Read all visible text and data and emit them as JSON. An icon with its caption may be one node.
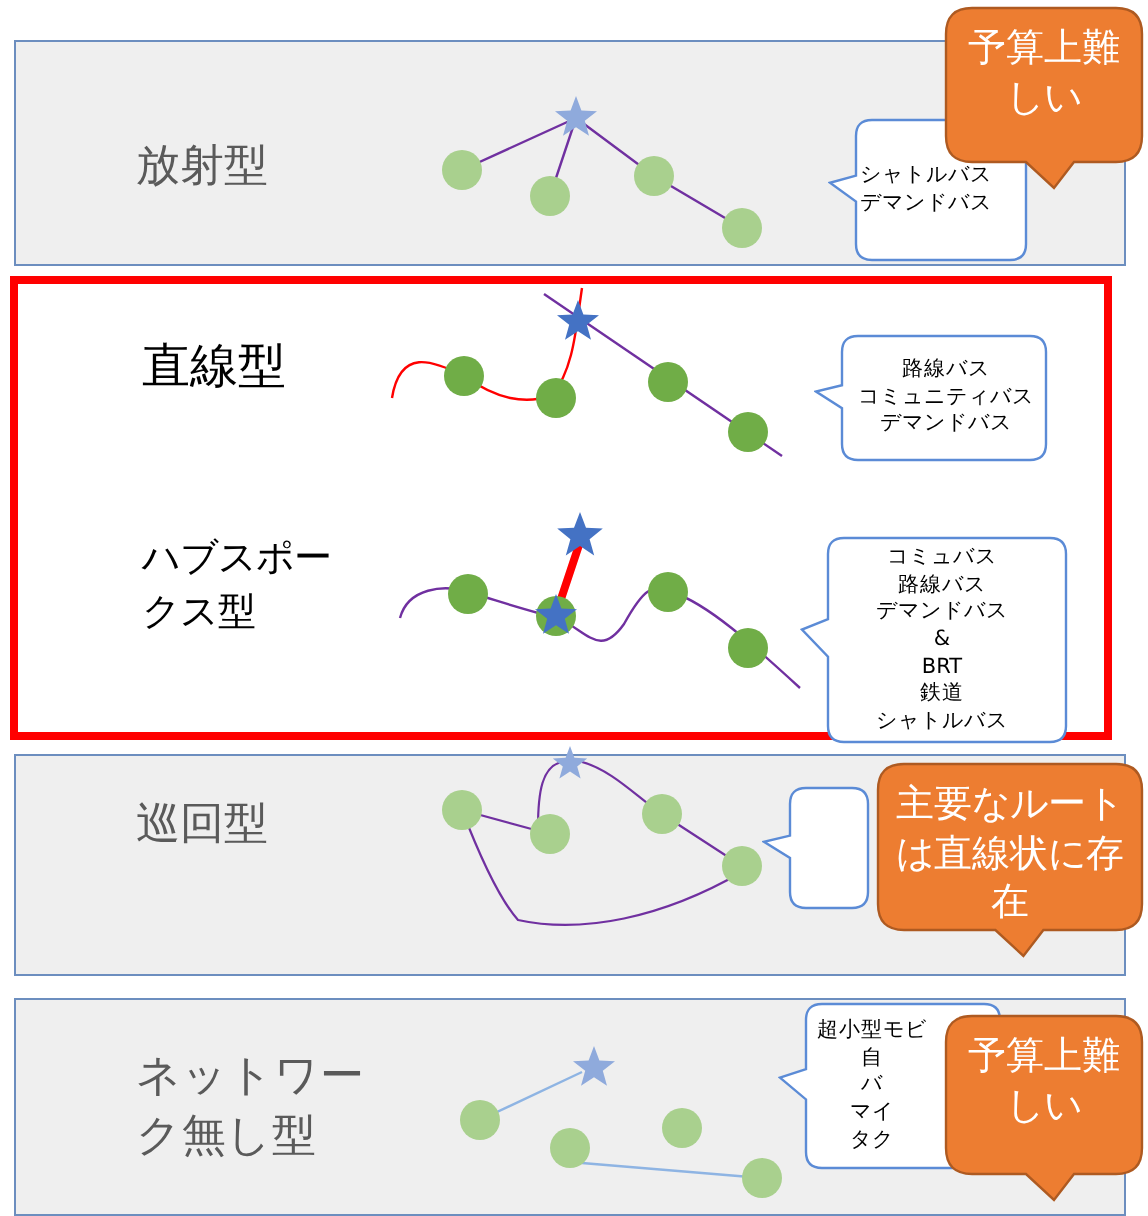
{
  "diagram": {
    "nodes": [
      {
        "text": [
          "放射型"
        ]
      },
      {
        "text": [
          "シャトルバス",
          "デマンドバス"
        ],
        "in": 0
      },
      {
        "text": [
          "予算上難しい"
        ]
      },
      {
        "text": [
          "直線型",
          "ハブスポークス型"
        ]
      },
      {
        "text": [
          "路線バス",
          "コミュニティバス",
          "デマンドバス"
        ],
        "in": 3
      },
      {
        "text": [
          "コミュバス",
          "路線バス",
          "デマンドバス",
          "&",
          "BRT",
          "鉄道",
          "シャトルバス"
        ],
        "in": 3
      },
      {
        "text": [
          "巡回型"
        ]
      },
      {
        "text": [],
        "shape": "callout",
        "in": 6
      },
      {
        "text": [
          "主要なルートは直線状に存在"
        ]
      },
      {
        "text": [
          "ネットワーク無し型"
        ]
      },
      {
        "text": [
          "超小型モビ",
          "自",
          "バ",
          "マイ",
          "タク"
        ],
        "in": 9
      },
      {
        "text": [
          "予算上難しい"
        ]
      }
    ]
  }
}
